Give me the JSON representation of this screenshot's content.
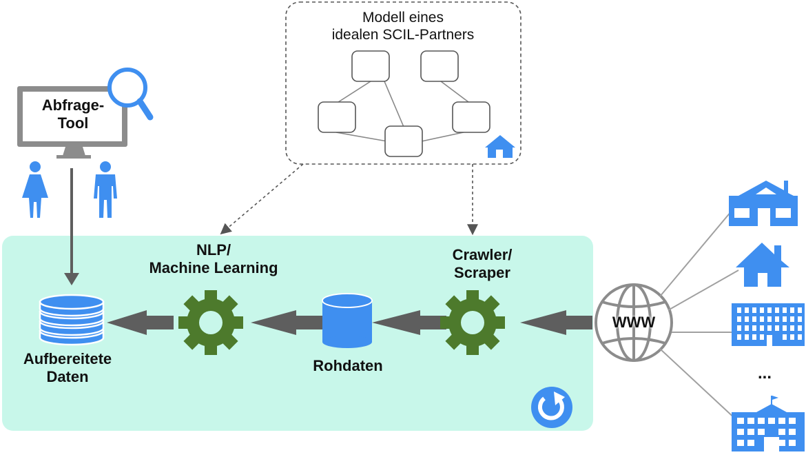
{
  "model_box": {
    "title_line1": "Modell eines",
    "title_line2": "idealen SCIL-Partners"
  },
  "query_tool": {
    "label_line1": "Abfrage-",
    "label_line2": "Tool"
  },
  "pipeline": {
    "processed_data_line1": "Aufbereitete",
    "processed_data_line2": "Daten",
    "nlp_line1": "NLP/",
    "nlp_line2": "Machine Learning",
    "raw_data": "Rohdaten",
    "crawler_line1": "Crawler/",
    "crawler_line2": "Scraper",
    "www": "WWW"
  },
  "sources": {
    "ellipsis": "..."
  },
  "colors": {
    "panel": "#c8f7ea",
    "blue": "#3f8ff0",
    "gear": "#4d7a2c",
    "arrow": "#5e5e5e",
    "dashed": "#555555"
  }
}
